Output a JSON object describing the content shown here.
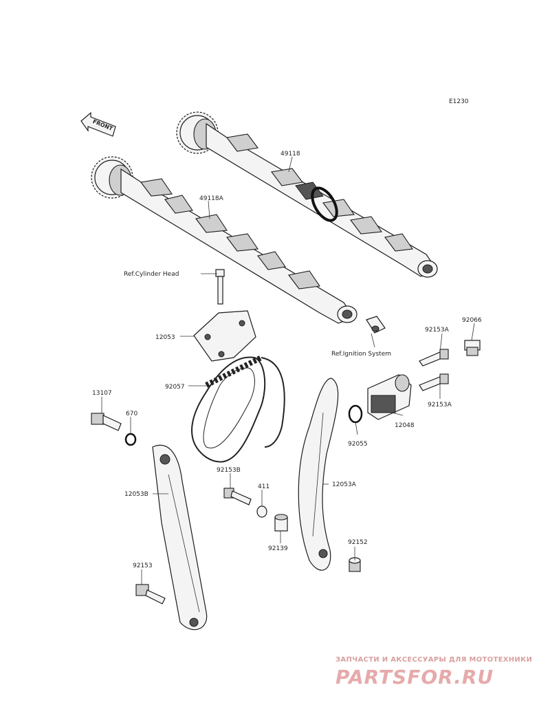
{
  "diagram_code": "E1230",
  "front_label": "FRONT",
  "labels": {
    "exhaust_camshaft": "49118",
    "intake_camshaft": "49118A",
    "ref_cylinder_head": "Ref.Cylinder Head",
    "cam_holder": "12053",
    "ref_ignition_system": "Ref.Ignition System",
    "bolt_92153a_top": "92153A",
    "plug_92066": "92066",
    "timing_chain": "92057",
    "tensioner_bolt": "13107",
    "o_ring_670": "670",
    "bolt_92153a_bottom": "92153A",
    "tensioner": "12048",
    "o_ring_92055": "92055",
    "bolt_92153b": "92153B",
    "washer_411": "411",
    "guide_12053a": "12053A",
    "guide_12053b": "12053B",
    "collar_92139": "92139",
    "bolt_92152": "92152",
    "bolt_92153": "92153"
  },
  "watermark": {
    "tagline": "ЗАПЧАСТИ И АКСЕССУАРЫ ДЛЯ МОТОТЕХНИКИ",
    "brand": "PARTSFOR.RU"
  }
}
